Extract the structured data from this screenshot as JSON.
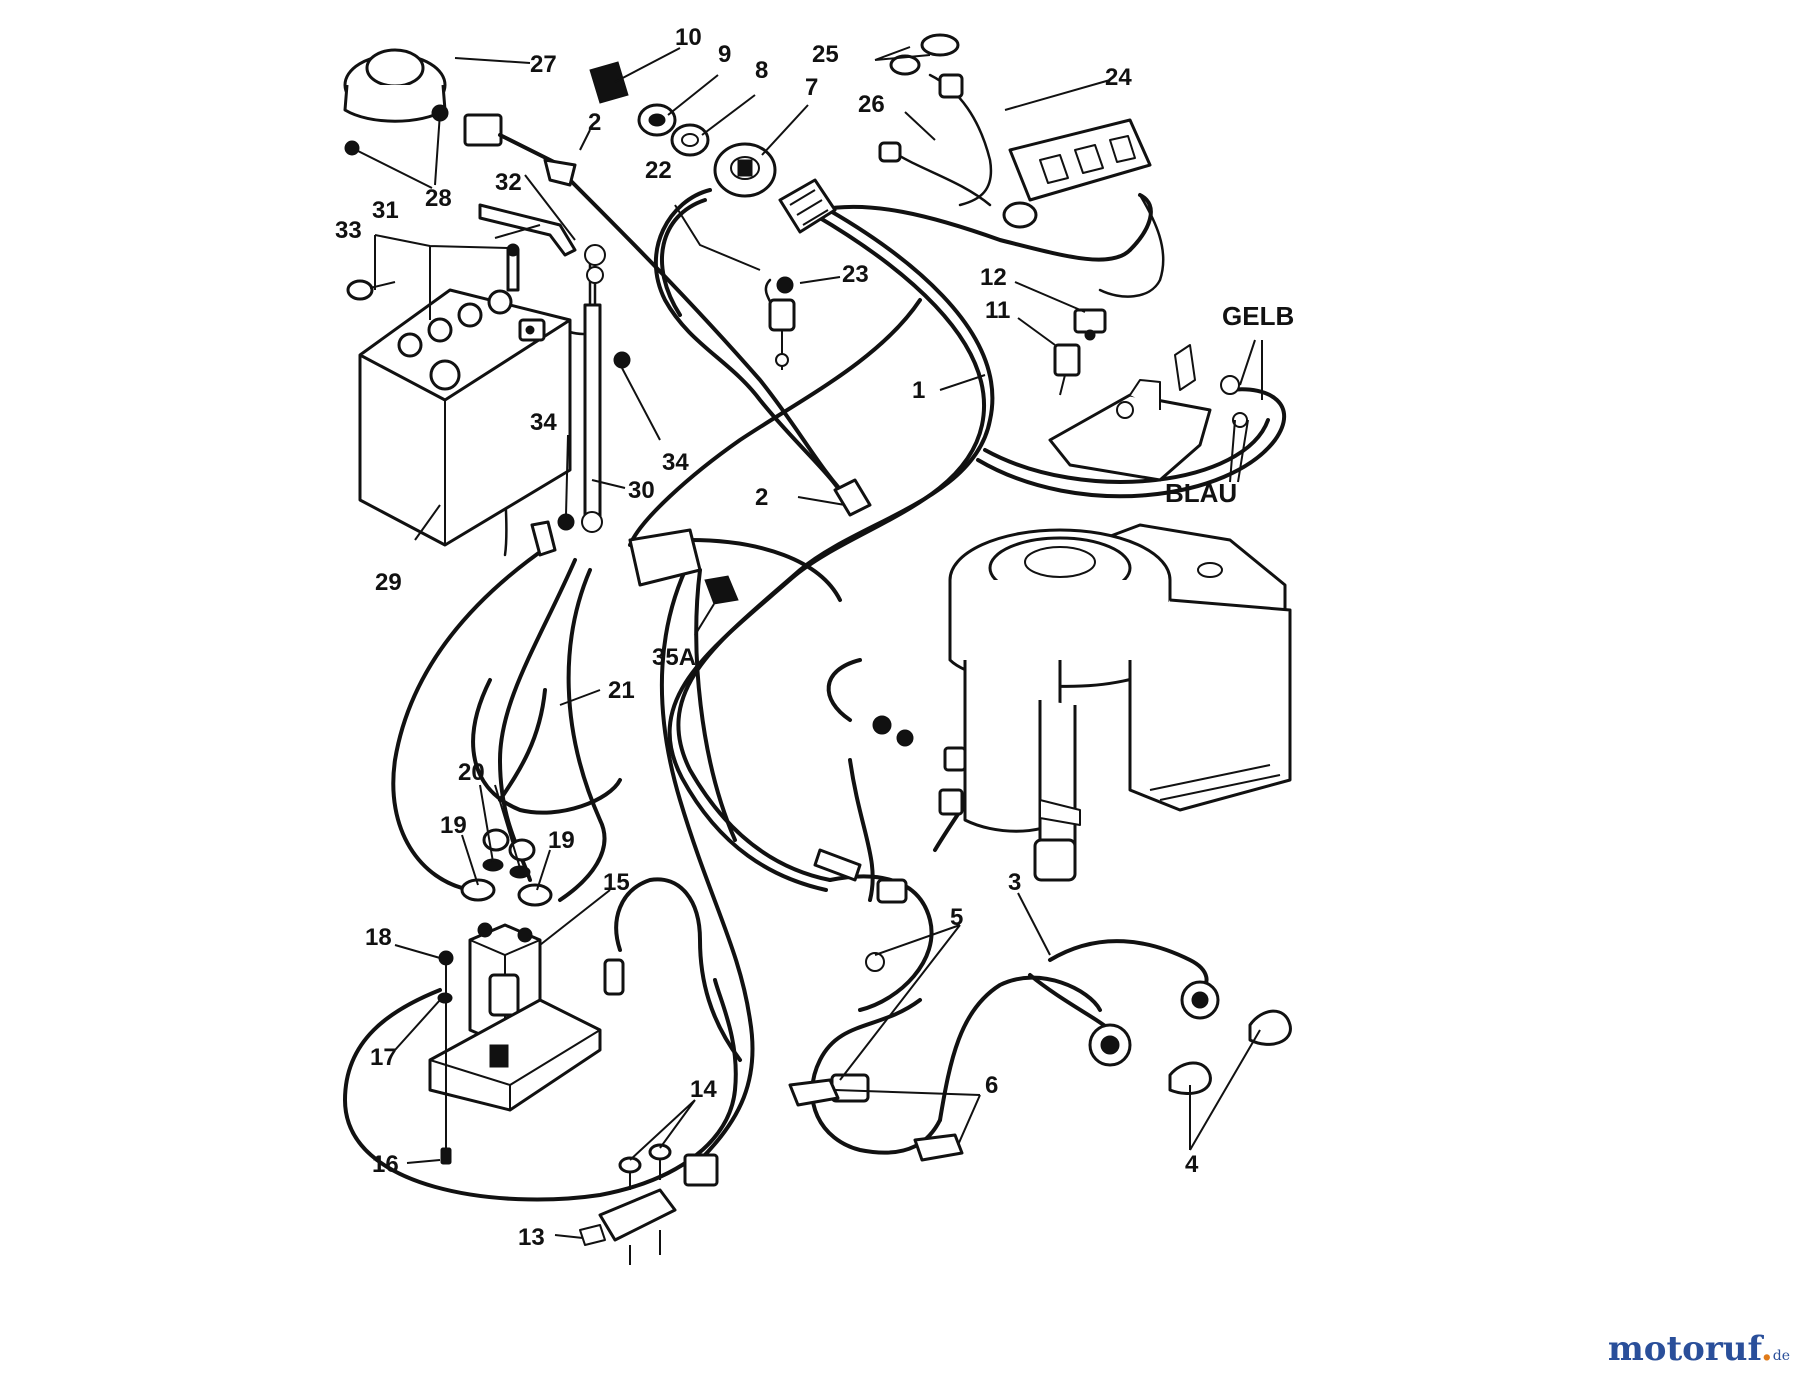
{
  "diagram": {
    "callouts": [
      {
        "id": "c1",
        "text": "1"
      },
      {
        "id": "c2a",
        "text": "2"
      },
      {
        "id": "c2b",
        "text": "2"
      },
      {
        "id": "c3",
        "text": "3"
      },
      {
        "id": "c4",
        "text": "4"
      },
      {
        "id": "c5",
        "text": "5"
      },
      {
        "id": "c6",
        "text": "6"
      },
      {
        "id": "c7",
        "text": "7"
      },
      {
        "id": "c8",
        "text": "8"
      },
      {
        "id": "c9",
        "text": "9"
      },
      {
        "id": "c10",
        "text": "10"
      },
      {
        "id": "c11",
        "text": "11"
      },
      {
        "id": "c12",
        "text": "12"
      },
      {
        "id": "c13",
        "text": "13"
      },
      {
        "id": "c14",
        "text": "14"
      },
      {
        "id": "c15",
        "text": "15"
      },
      {
        "id": "c16",
        "text": "16"
      },
      {
        "id": "c17",
        "text": "17"
      },
      {
        "id": "c18",
        "text": "18"
      },
      {
        "id": "c19a",
        "text": "19"
      },
      {
        "id": "c19b",
        "text": "19"
      },
      {
        "id": "c20",
        "text": "20"
      },
      {
        "id": "c21",
        "text": "21"
      },
      {
        "id": "c22",
        "text": "22"
      },
      {
        "id": "c23",
        "text": "23"
      },
      {
        "id": "c24",
        "text": "24"
      },
      {
        "id": "c25",
        "text": "25"
      },
      {
        "id": "c26",
        "text": "26"
      },
      {
        "id": "c27",
        "text": "27"
      },
      {
        "id": "c28",
        "text": "28"
      },
      {
        "id": "c29",
        "text": "29"
      },
      {
        "id": "c30",
        "text": "30"
      },
      {
        "id": "c31",
        "text": "31"
      },
      {
        "id": "c32",
        "text": "32"
      },
      {
        "id": "c33",
        "text": "33"
      },
      {
        "id": "c34a",
        "text": "34"
      },
      {
        "id": "c34b",
        "text": "34"
      },
      {
        "id": "c35a",
        "text": "35A"
      }
    ],
    "wire_labels": [
      {
        "id": "gelb",
        "text": "GELB"
      },
      {
        "id": "blau",
        "text": "BLAU"
      }
    ],
    "ink_color": "#111111",
    "background_color": "#ffffff"
  },
  "watermark": {
    "text": "motoruf",
    "dot": ".",
    "tld": "de",
    "colors": {
      "main": "#2a4f9a",
      "dot": "#e07b1a"
    }
  }
}
